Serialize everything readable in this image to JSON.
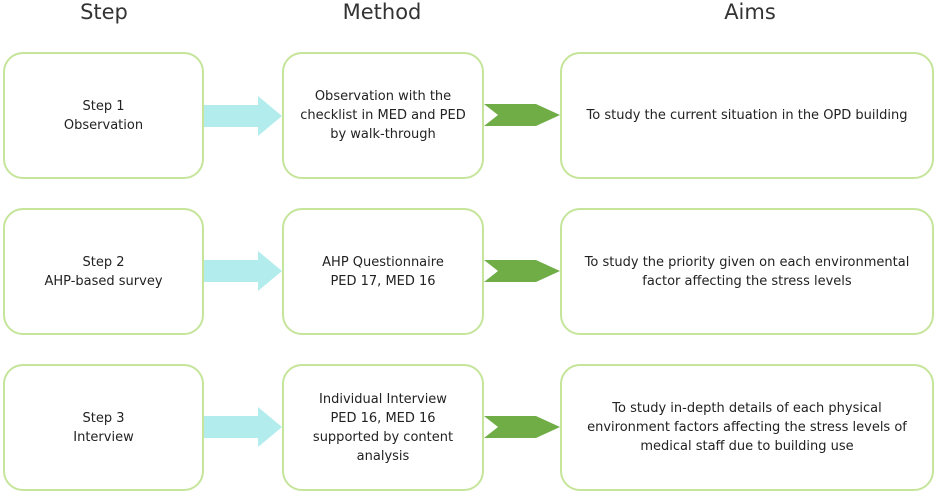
{
  "headers": {
    "step": "Step",
    "method": "Method",
    "aims": "Aims"
  },
  "rows": [
    {
      "step": [
        "Step 1",
        "Observation"
      ],
      "method": [
        "Observation with the",
        "checklist in MED and PED",
        "by walk-through"
      ],
      "aim": [
        "To study the current situation in the OPD building"
      ]
    },
    {
      "step": [
        "Step 2",
        "AHP-based survey"
      ],
      "method": [
        "AHP Questionnaire",
        "PED 17, MED 16"
      ],
      "aim": [
        "To study the priority given on each environmental",
        "factor affecting the stress levels"
      ]
    },
    {
      "step": [
        "Step 3",
        "Interview"
      ],
      "method": [
        "Individual Interview",
        "PED 16, MED 16",
        "supported by content",
        "analysis"
      ],
      "aim": [
        "To study in-depth details of each physical",
        "environment factors affecting the stress levels of",
        "medical staff due to building use"
      ]
    }
  ],
  "colors": {
    "box_border": "#c5e59a",
    "arrow_step": "#b3ecec",
    "arrow_method": "#70ad47"
  }
}
